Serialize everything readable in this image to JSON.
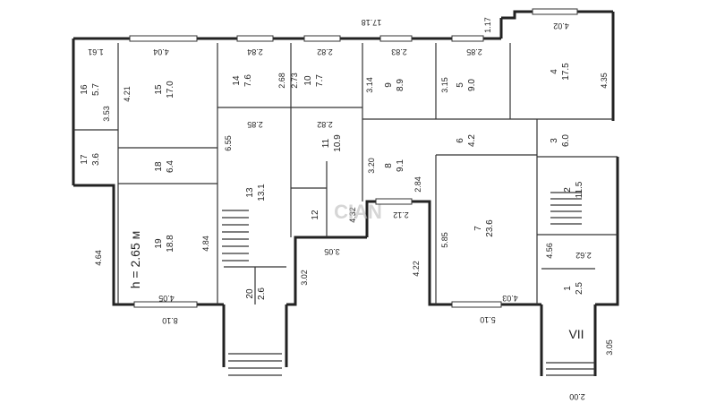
{
  "rooms": [
    {
      "id": "16",
      "num": "16",
      "area": "5.7"
    },
    {
      "id": "15",
      "num": "15",
      "area": "17.0"
    },
    {
      "id": "14",
      "num": "14",
      "area": "7.6"
    },
    {
      "id": "10",
      "num": "10",
      "area": "7.7"
    },
    {
      "id": "9",
      "num": "9",
      "area": "8.9"
    },
    {
      "id": "5",
      "num": "5",
      "area": "9.0"
    },
    {
      "id": "4",
      "num": "4",
      "area": "17.5"
    },
    {
      "id": "17",
      "num": "17",
      "area": "3.6"
    },
    {
      "id": "18",
      "num": "18",
      "area": "6.4"
    },
    {
      "id": "13",
      "num": "13",
      "area": "13.1"
    },
    {
      "id": "11",
      "num": "11",
      "area": "10.9"
    },
    {
      "id": "12",
      "num": "12",
      "area": ""
    },
    {
      "id": "8",
      "num": "8",
      "area": "9.1"
    },
    {
      "id": "6",
      "num": "6",
      "area": "4.2"
    },
    {
      "id": "3",
      "num": "3",
      "area": "6.0"
    },
    {
      "id": "19",
      "num": "19",
      "area": "18.8"
    },
    {
      "id": "20",
      "num": "20",
      "area": "2.6"
    },
    {
      "id": "7",
      "num": "7",
      "area": "23.6"
    },
    {
      "id": "2",
      "num": "2",
      "area": "11.5"
    },
    {
      "id": "1",
      "num": "1",
      "area": "2.5"
    }
  ],
  "dimensions": [
    "17.18",
    "1.17",
    "1.61",
    "4.04",
    "2.84",
    "2.82",
    "2.83",
    "2.85",
    "4.02",
    "4.21",
    "3.53",
    "2.68",
    "2.73",
    "3.14",
    "3.15",
    "4.35",
    "2.85",
    "2.82",
    "6.55",
    "3.20",
    "2.84",
    "4.32",
    "2.12",
    "3.05",
    "3.02",
    "4.64",
    "4.84",
    "4.05",
    "8.10",
    "5.85",
    "4.22",
    "4.03",
    "5.10",
    "4.56",
    "2.62",
    "3.05",
    "2.00"
  ],
  "ceiling_height": "h = 2.65 м",
  "entrance_mark": "VII",
  "watermark": "CIAN"
}
